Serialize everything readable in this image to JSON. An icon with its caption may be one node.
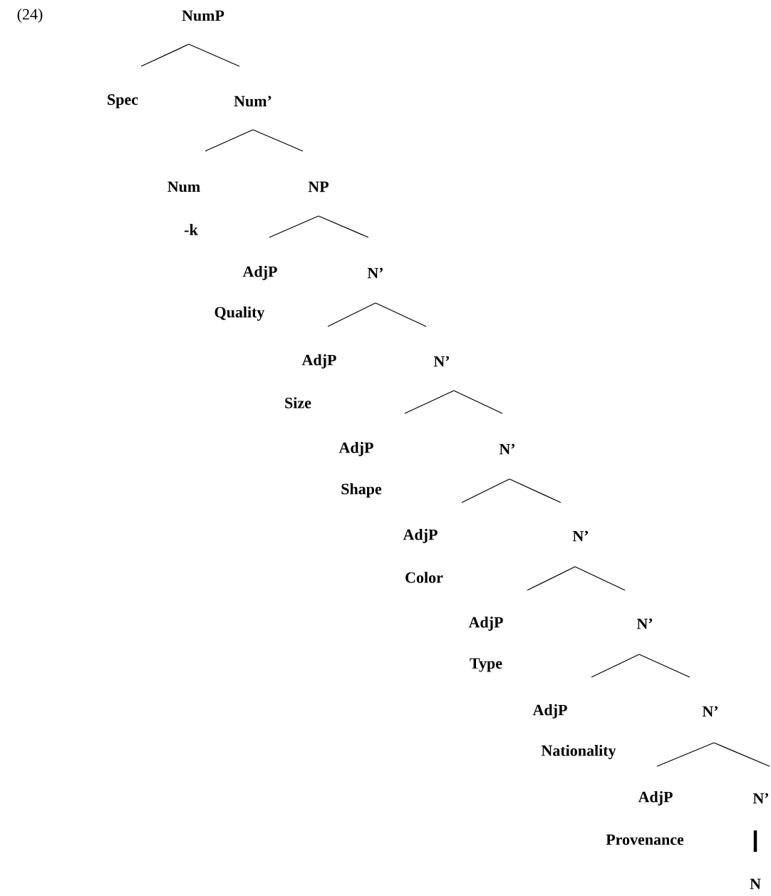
{
  "diagram": {
    "nodes": [
      {
        "text": [
          "NumP"
        ]
      },
      {
        "text": [
          "Spec"
        ]
      },
      {
        "text": [
          "Num’"
        ]
      },
      {
        "text": [
          "Num",
          "-k"
        ]
      },
      {
        "text": [
          "NP"
        ]
      },
      {
        "text": [
          "AdjP",
          "Quality"
        ]
      },
      {
        "text": [
          "N’"
        ]
      },
      {
        "text": [
          "AdjP",
          "Size"
        ]
      },
      {
        "text": [
          "N’"
        ]
      },
      {
        "text": [
          "AdjP",
          "Shape"
        ]
      },
      {
        "text": [
          "N’"
        ]
      },
      {
        "text": [
          "AdjP",
          "Color"
        ]
      },
      {
        "text": [
          "N’"
        ]
      },
      {
        "text": [
          "AdjP",
          "Type"
        ]
      },
      {
        "text": [
          "N’"
        ]
      },
      {
        "text": [
          "AdjP",
          "Nationality"
        ]
      },
      {
        "text": [
          "N’"
        ]
      },
      {
        "text": [
          "AdjP",
          "Provenance"
        ]
      },
      {
        "text": [
          "N’"
        ]
      },
      {
        "text": [
          "N"
        ]
      }
    ],
    "edges": [
      {
        "from": 0,
        "to": 1,
        "arrow": "none"
      },
      {
        "from": 0,
        "to": 2,
        "arrow": "none"
      },
      {
        "from": 2,
        "to": 3,
        "arrow": "none"
      },
      {
        "from": 2,
        "to": 4,
        "arrow": "none"
      },
      {
        "from": 4,
        "to": 5,
        "arrow": "none"
      },
      {
        "from": 4,
        "to": 6,
        "arrow": "none"
      },
      {
        "from": 6,
        "to": 7,
        "arrow": "none"
      },
      {
        "from": 6,
        "to": 8,
        "arrow": "none"
      },
      {
        "from": 8,
        "to": 9,
        "arrow": "none"
      },
      {
        "from": 8,
        "to": 10,
        "arrow": "none"
      },
      {
        "from": 10,
        "to": 11,
        "arrow": "none"
      },
      {
        "from": 10,
        "to": 12,
        "arrow": "none"
      },
      {
        "from": 12,
        "to": 13,
        "arrow": "none"
      },
      {
        "from": 12,
        "to": 14,
        "arrow": "none"
      },
      {
        "from": 14,
        "to": 15,
        "arrow": "none"
      },
      {
        "from": 14,
        "to": 16,
        "arrow": "none"
      },
      {
        "from": 16,
        "to": 17,
        "arrow": "none"
      },
      {
        "from": 16,
        "to": 18,
        "arrow": "none"
      },
      {
        "from": 18,
        "to": 19,
        "arrow": "none",
        "style": "thick"
      }
    ],
    "labels": [
      "(24)"
    ]
  }
}
